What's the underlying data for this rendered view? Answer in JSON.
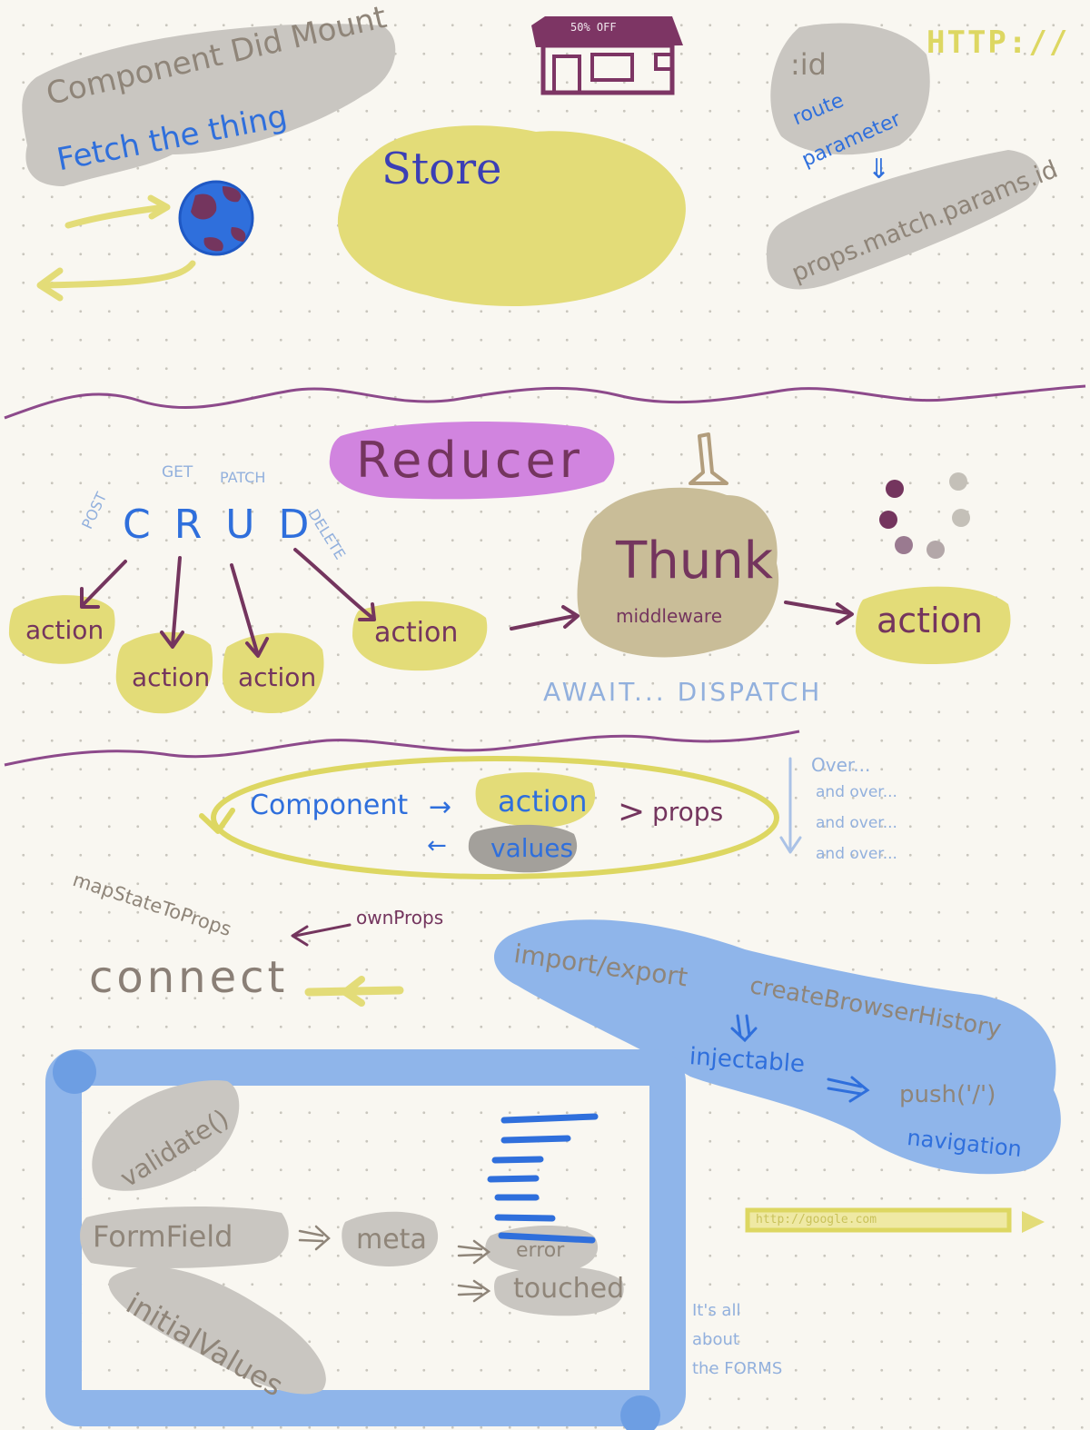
{
  "section_top": {
    "component_did_mount": "Component Did Mount",
    "fetch_the_thing": "Fetch the thing",
    "store_badge": "50% OFF",
    "store": "Store",
    "http": "HTTP://",
    "route_id": ":id",
    "route_parameter_1": "route",
    "route_parameter_2": "parameter",
    "route_arrow": "⇓",
    "props_match": "props.match.params.id"
  },
  "section_middle": {
    "reducer": "Reducer",
    "methods": {
      "post": "POST",
      "get": "GET",
      "patch": "PATCH",
      "delete": "DELETE"
    },
    "crud": "CRUD",
    "actions": [
      "action",
      "action",
      "action",
      "action"
    ],
    "thunk": "Thunk",
    "middleware": "middleware",
    "action_out": "action",
    "await_dispatch": "AWAIT... DISPATCH"
  },
  "section_bottom": {
    "component": "Component",
    "component_action": "action",
    "props": "props",
    "values": "values",
    "over_1": "Over...",
    "over_2": "and over...",
    "over_3": "and over...",
    "over_4": "and over...",
    "map_state_to_props": "mapStateToProps",
    "own_props": "ownProps",
    "connect": "connect",
    "import_export": "import/export",
    "create_browser_history": "createBrowserHistory",
    "double_arrow_down": "⇓",
    "injectable": "injectable",
    "push": "push('/')",
    "navigation": "navigation",
    "url_bar": "http://google.com",
    "validate": "validate()",
    "form_field": "FormField",
    "meta": "meta",
    "error": "error",
    "touched": "touched",
    "initial_values": "initialValues",
    "its_all_1": "It's all",
    "its_all_2": "about",
    "its_all_3": "the FORMS"
  },
  "colors": {
    "background": "#f9f7f1",
    "purple_ink": "#74355e",
    "blue_ink": "#2f6fdc",
    "yellow_highlight": "#e3dc78",
    "gray_highlight": "#c8c5c0",
    "blue_highlight": "#8fb5ea",
    "thunk_cloud": "#c9bd98",
    "reducer_highlight": "#d184df"
  }
}
